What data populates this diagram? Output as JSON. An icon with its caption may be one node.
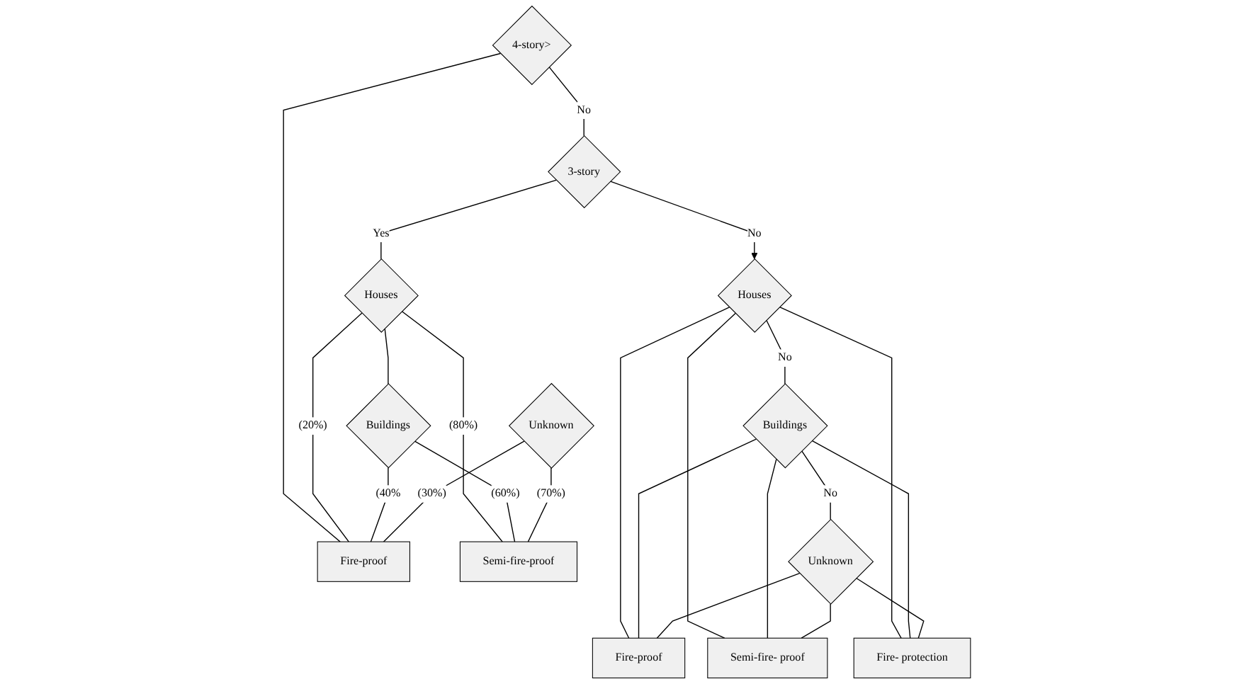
{
  "diagram": {
    "nodes": [
      {
        "text": [
          "4-story>"
        ]
      },
      {
        "text": [
          "3-story"
        ]
      },
      {
        "text": [
          "Houses"
        ]
      },
      {
        "text": [
          "Buildings"
        ]
      },
      {
        "text": [
          "Unknown"
        ]
      },
      {
        "text": [
          "Fire-proof"
        ]
      },
      {
        "text": [
          "Semi-fire-proof"
        ]
      },
      {
        "text": [
          "Houses"
        ]
      },
      {
        "text": [
          "Buildings"
        ]
      },
      {
        "text": [
          "Unknown"
        ]
      },
      {
        "text": [
          "Fire-proof"
        ]
      },
      {
        "text": [
          "Semi-fire- proof"
        ]
      },
      {
        "text": [
          "Fire- protection"
        ]
      }
    ],
    "edges": [
      {
        "from": 0,
        "to": 1,
        "arrow": "none",
        "label": "No"
      },
      {
        "from": 0,
        "to": 5,
        "arrow": "none"
      },
      {
        "from": 1,
        "to": 2,
        "arrow": "none",
        "label": "Yes"
      },
      {
        "from": 1,
        "to": 7,
        "arrow": "to",
        "label": "No"
      },
      {
        "from": 2,
        "to": 3,
        "arrow": "none"
      },
      {
        "from": 2,
        "to": 5,
        "arrow": "none",
        "label": "(20%)"
      },
      {
        "from": 2,
        "to": 6,
        "arrow": "none",
        "label": "(80%)"
      },
      {
        "from": 3,
        "to": 5,
        "arrow": "none",
        "label": "(40%"
      },
      {
        "from": 3,
        "to": 6,
        "arrow": "none",
        "label": "(60%)"
      },
      {
        "from": 4,
        "to": 5,
        "arrow": "none",
        "label": "(30%)"
      },
      {
        "from": 4,
        "to": 6,
        "arrow": "none",
        "label": "(70%)"
      },
      {
        "from": 7,
        "to": 8,
        "arrow": "none",
        "label": "No"
      },
      {
        "from": 8,
        "to": 9,
        "arrow": "none",
        "label": "No"
      },
      {
        "from": 7,
        "to": 10,
        "arrow": "none"
      },
      {
        "from": 7,
        "to": 11,
        "arrow": "none"
      },
      {
        "from": 7,
        "to": 12,
        "arrow": "none"
      },
      {
        "from": 8,
        "to": 10,
        "arrow": "none"
      },
      {
        "from": 8,
        "to": 11,
        "arrow": "none"
      },
      {
        "from": 8,
        "to": 12,
        "arrow": "none"
      },
      {
        "from": 9,
        "to": 10,
        "arrow": "none"
      },
      {
        "from": 9,
        "to": 11,
        "arrow": "none"
      },
      {
        "from": 9,
        "to": 12,
        "arrow": "none"
      }
    ]
  }
}
